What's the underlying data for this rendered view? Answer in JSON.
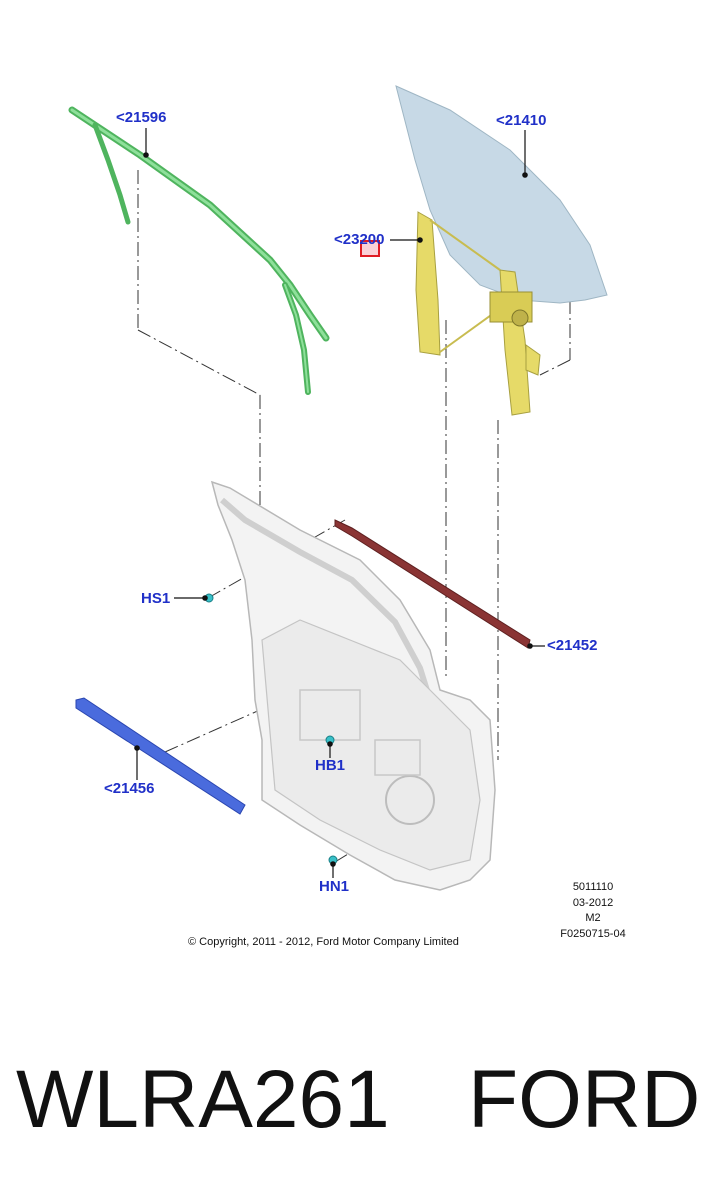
{
  "diagram": {
    "callouts": {
      "c21596": "<21596",
      "c21410": "<21410",
      "c23200": "<23200",
      "hs1": "HS1",
      "c21452": "<21452",
      "hb1": "HB1",
      "c21456": "<21456",
      "hn1": "HN1"
    },
    "reference": {
      "line1": "5011110",
      "line2": "03-2012",
      "line3": "M2",
      "line4": "F0250715-04"
    },
    "copyright": "© Copyright, 2011 - 2012, Ford Motor Company Limited"
  },
  "footer": {
    "part_code": "WLRA261",
    "brand": "FORD"
  },
  "colors": {
    "callout_text": "#2030c8",
    "glass": "#c5d8e4",
    "weatherstrip_green": "#5cc86a",
    "regulator_yellow": "#e8dc6a",
    "belt_moulding_red": "#8a3030",
    "belt_moulding_blue": "#4466dd",
    "door_panel": "#f0f0f0",
    "fastener_teal": "#30b8c0",
    "highlight": "#e01b24"
  },
  "icons": [
    "glass-panel-icon",
    "window-regulator-icon",
    "door-frame-icon",
    "clip-icon"
  ]
}
